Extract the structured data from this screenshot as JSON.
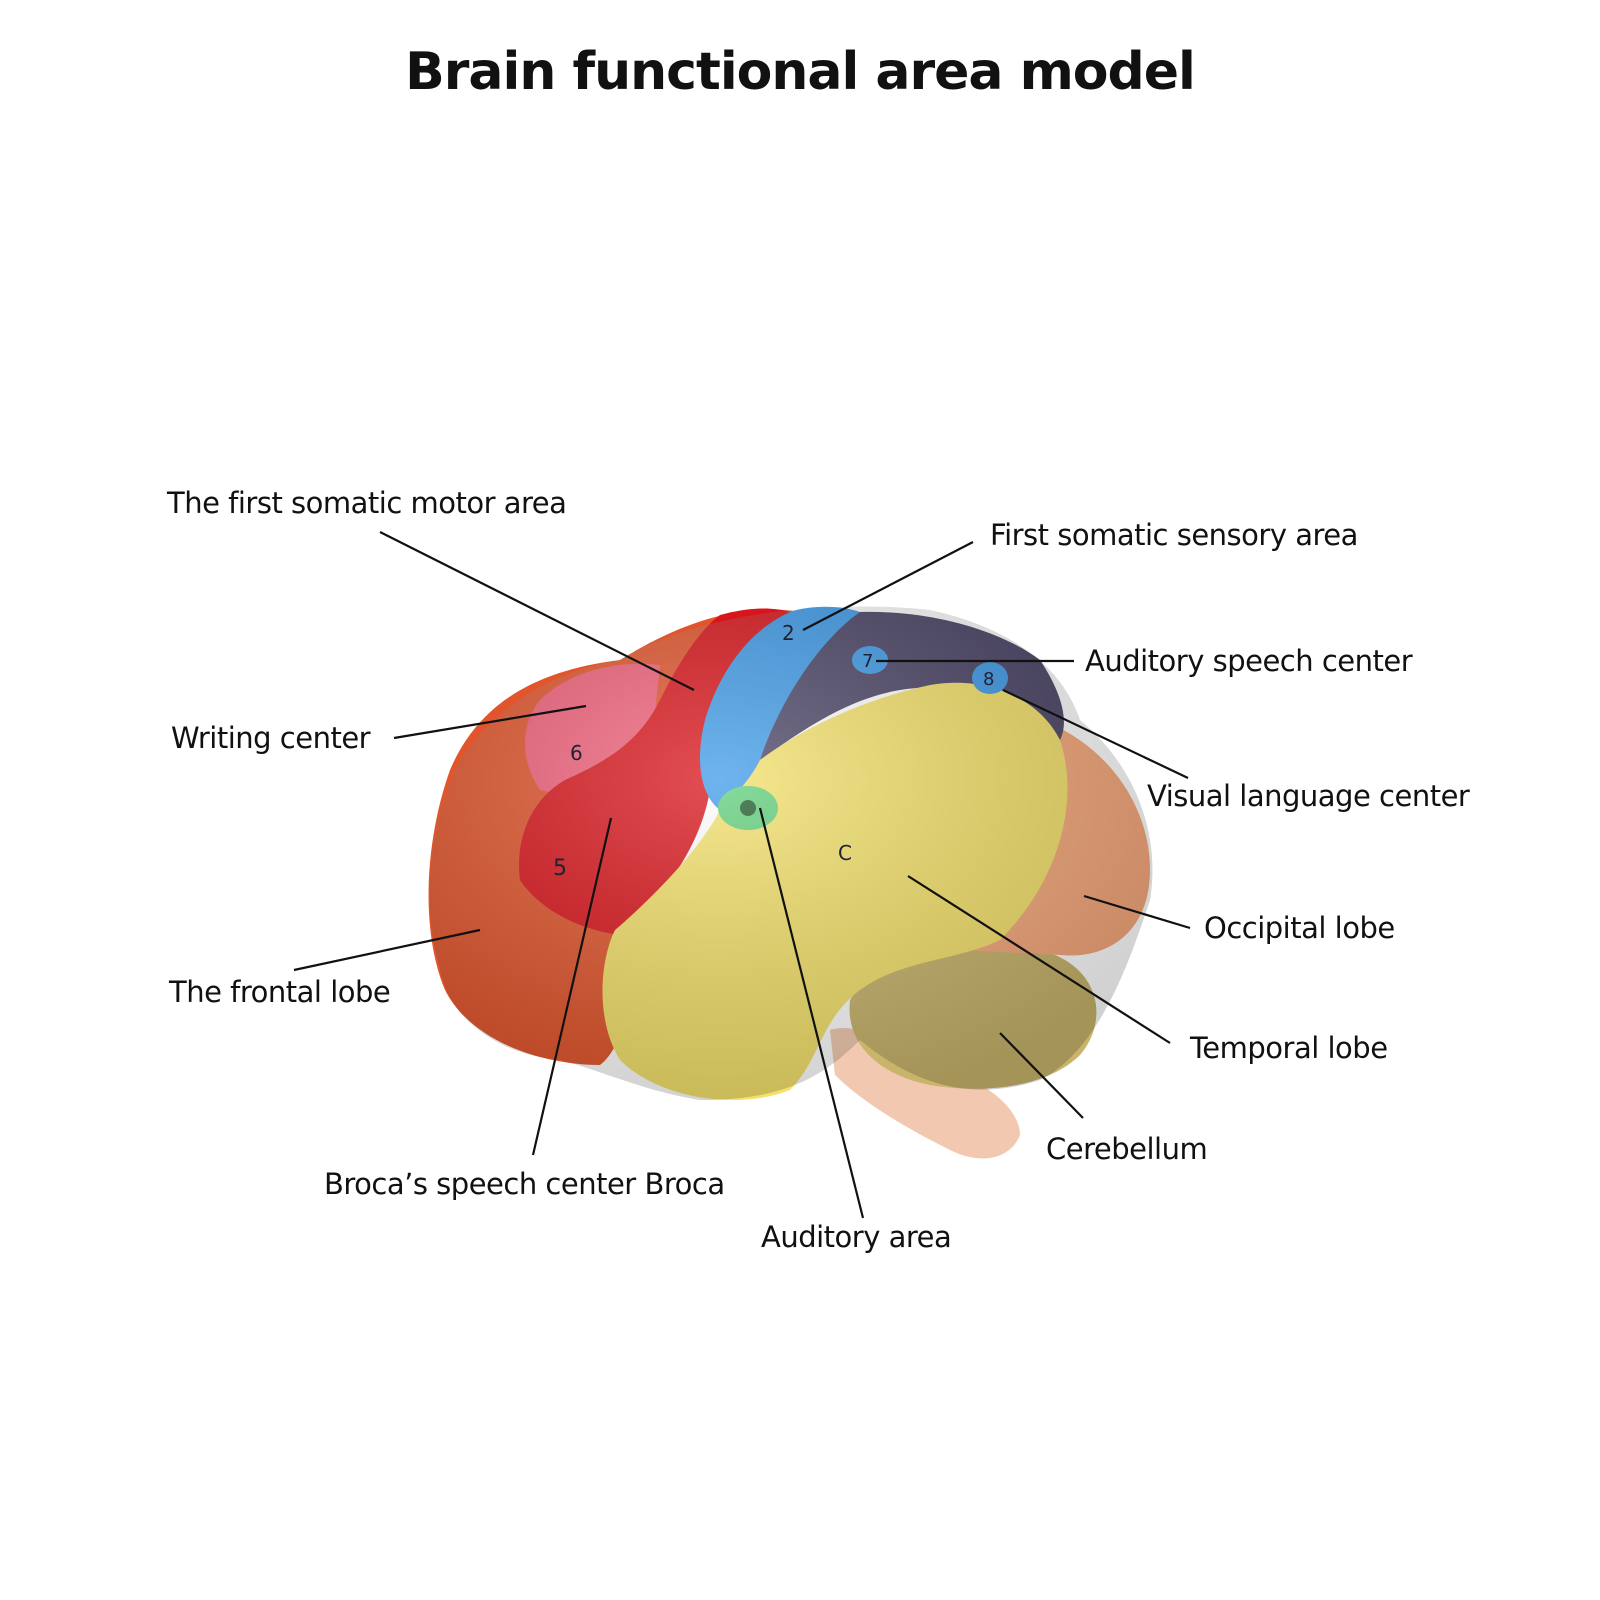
{
  "title": "Brain functional area model",
  "colors": {
    "frontal_lobe": "#e2552c",
    "writing_center": "#f2607a",
    "motor_area": "#d9141a",
    "sensory_area": "#3f9be8",
    "parietal": "#4b4466",
    "temporal_lobe": "#f4e16a",
    "occipital_lobe": "#f6a77a",
    "cerebellum": "#c8b46a",
    "auditory_area": "#5fcf7a",
    "brainstem": "#f2c9b0"
  },
  "model_numbers": [
    "2",
    "6",
    "5",
    "7",
    "8",
    "C"
  ],
  "labels": [
    {
      "id": "first-somatic-motor-area",
      "text": "The first somatic motor area"
    },
    {
      "id": "first-somatic-sensory-area",
      "text": "First somatic sensory area"
    },
    {
      "id": "auditory-speech-center",
      "text": "Auditory speech center"
    },
    {
      "id": "writing-center",
      "text": "Writing center"
    },
    {
      "id": "visual-language-center",
      "text": "Visual language center"
    },
    {
      "id": "occipital-lobe",
      "text": "Occipital lobe"
    },
    {
      "id": "frontal-lobe",
      "text": "The frontal lobe"
    },
    {
      "id": "temporal-lobe",
      "text": "Temporal lobe"
    },
    {
      "id": "cerebellum",
      "text": "Cerebellum"
    },
    {
      "id": "brocas-speech-center",
      "text": "Broca’s speech center Broca"
    },
    {
      "id": "auditory-area",
      "text": "Auditory area"
    }
  ]
}
